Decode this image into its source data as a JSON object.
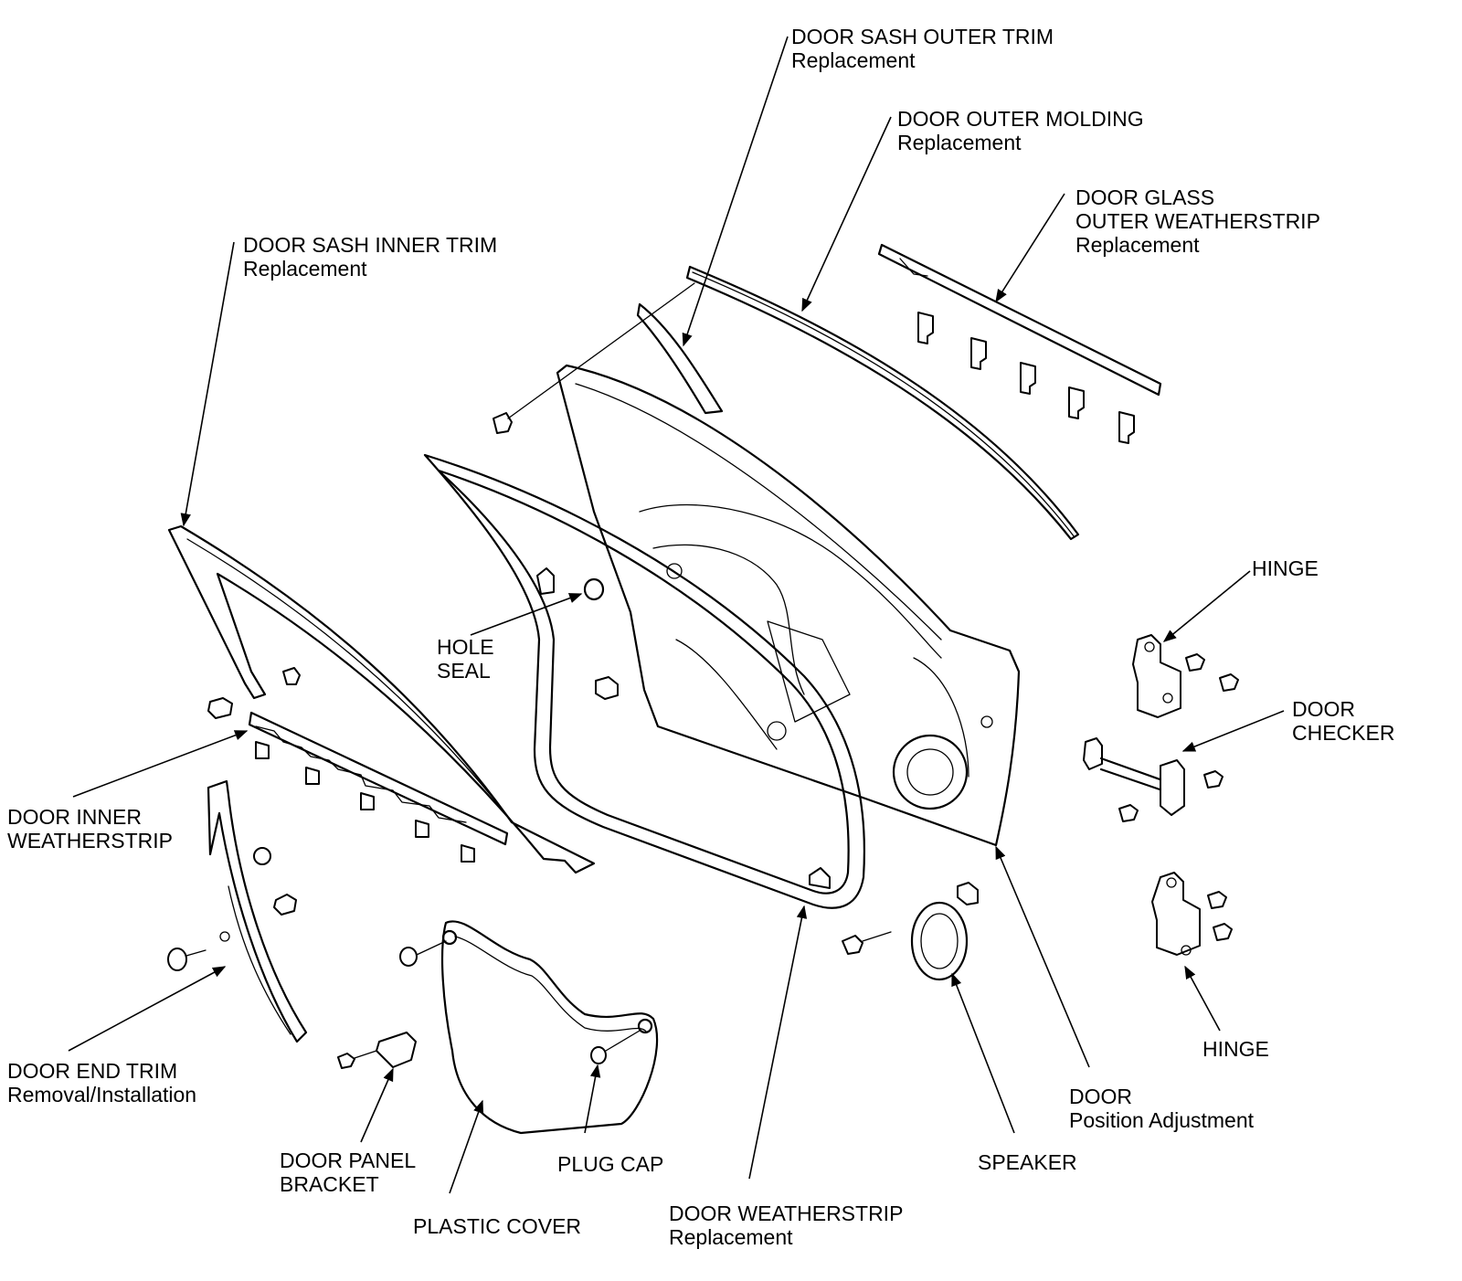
{
  "labels": {
    "sash_outer_trim": {
      "name": "DOOR SASH OUTER TRIM",
      "note": "Replacement"
    },
    "outer_molding": {
      "name": "DOOR OUTER MOLDING",
      "note": "Replacement"
    },
    "glass_outer_weatherstrip": {
      "name_line1": "DOOR GLASS",
      "name_line2": "OUTER WEATHERSTRIP",
      "note": "Replacement"
    },
    "sash_inner_trim": {
      "name": "DOOR SASH INNER TRIM",
      "note": "Replacement"
    },
    "hinge_upper": {
      "name": "HINGE"
    },
    "door_checker": {
      "line1": "DOOR",
      "line2": "CHECKER"
    },
    "hole_seal": {
      "line1": "HOLE",
      "line2": "SEAL"
    },
    "inner_weatherstrip": {
      "line1": "DOOR INNER",
      "line2": "WEATHERSTRIP"
    },
    "end_trim": {
      "name": "DOOR END TRIM",
      "note": "Removal/Installation"
    },
    "hinge_lower": {
      "name": "HINGE"
    },
    "door": {
      "name": "DOOR",
      "note": "Position Adjustment"
    },
    "panel_bracket": {
      "line1": "DOOR PANEL",
      "line2": "BRACKET"
    },
    "plug_cap": {
      "name": "PLUG CAP"
    },
    "speaker": {
      "name": "SPEAKER"
    },
    "plastic_cover": {
      "name": "PLASTIC COVER"
    },
    "door_weatherstrip": {
      "name": "DOOR WEATHERSTRIP",
      "note": "Replacement"
    }
  }
}
